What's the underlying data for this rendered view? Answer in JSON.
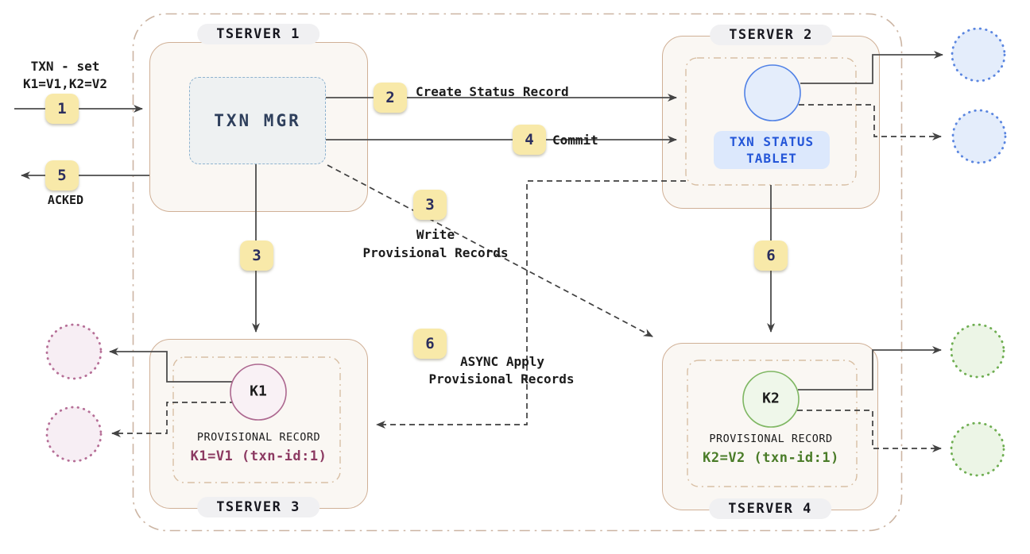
{
  "client": {
    "request_line1": "TXN - set",
    "request_line2": "K1=V1,K2=V2",
    "ack": "ACKED"
  },
  "badges": {
    "step1": "1",
    "step2": "2",
    "step3": "3",
    "step4": "4",
    "step5": "5",
    "step6": "6"
  },
  "steps": {
    "create_status_record": "Create Status Record",
    "commit": "Commit",
    "write_provisional_line1": "Write",
    "write_provisional_line2": "Provisional Records",
    "async_apply_line1": "ASYNC Apply",
    "async_apply_line2": "Provisional Records"
  },
  "tservers": {
    "t1": {
      "label": "TSERVER 1",
      "txn_mgr_label": "TXN MGR"
    },
    "t2": {
      "label": "TSERVER 2",
      "tablet_label_line1": "TXN STATUS",
      "tablet_label_line2": "TABLET"
    },
    "t3": {
      "label": "TSERVER 3",
      "key_label": "K1",
      "record_title": "PROVISIONAL RECORD",
      "record_value": "K1=V1 (txn-id:1)"
    },
    "t4": {
      "label": "TSERVER 4",
      "key_label": "K2",
      "record_title": "PROVISIONAL RECORD",
      "record_value": "K2=V2 (txn-id:1)"
    }
  },
  "colors": {
    "badge_bg": "#f8e9a9",
    "badge_text": "#2b2e5e",
    "tserver_border": "#d0b096",
    "tserver_fill": "#faf7f3",
    "outer_border": "#ccb5a3",
    "blue_accent": "#5182e6",
    "blue_fill": "#e4edfb",
    "tablet_bg": "#dce8fc",
    "tablet_text": "#2456d8",
    "pink_accent": "#ad6890",
    "pink_fill": "#f8f0f5",
    "pink_value_text": "#8c3a62",
    "green_accent": "#7fb763",
    "green_fill": "#eff7ea",
    "green_value_text": "#4a7c28",
    "arrow": "#4c4c4c"
  }
}
